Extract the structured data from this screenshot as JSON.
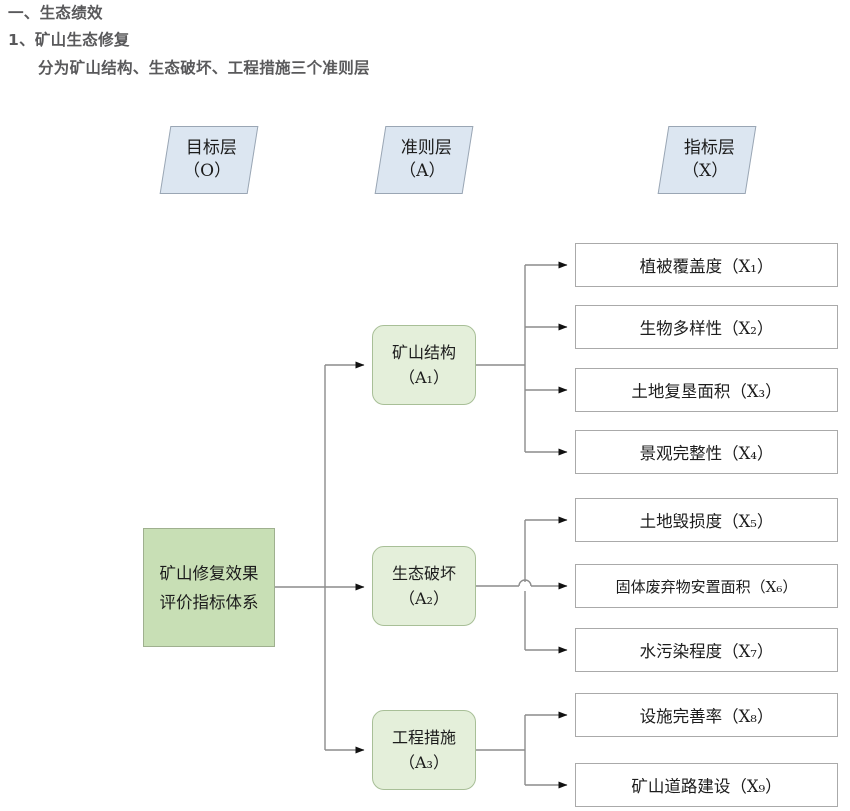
{
  "heading": {
    "line1": "一、生态绩效",
    "line2": "1、矿山生态修复",
    "line3": "分为矿山结构、生态破坏、工程措施三个准则层"
  },
  "layer_headers": [
    {
      "id": "layer-header-0",
      "name": "目标层",
      "code": "（O）"
    },
    {
      "id": "layer-header-a",
      "name": "准则层",
      "code": "（A）"
    },
    {
      "id": "layer-header-x",
      "name": "指标层",
      "code": "（X）"
    }
  ],
  "goal": {
    "label": "矿山修复效果评价指标体系"
  },
  "criteria": [
    {
      "id": "A1",
      "name": "矿山结构",
      "code": "（A₁）"
    },
    {
      "id": "A2",
      "name": "生态破坏",
      "code": "（A₂）"
    },
    {
      "id": "A3",
      "name": "工程措施",
      "code": "（A₃）"
    }
  ],
  "indicators": [
    {
      "id": "X1",
      "name": "植被覆盖度",
      "code": "（X₁）",
      "parent": "A1"
    },
    {
      "id": "X2",
      "name": "生物多样性",
      "code": "（X₂）",
      "parent": "A1"
    },
    {
      "id": "X3",
      "name": "土地复垦面积",
      "code": "（X₃）",
      "parent": "A1"
    },
    {
      "id": "X4",
      "name": "景观完整性",
      "code": "（X₄）",
      "parent": "A1"
    },
    {
      "id": "X5",
      "name": "土地毁损度",
      "code": "（X₅）",
      "parent": "A2"
    },
    {
      "id": "X6",
      "name": "固体废弃物安置面积",
      "code": "（X₆）",
      "parent": "A2"
    },
    {
      "id": "X7",
      "name": "水污染程度",
      "code": "（X₇）",
      "parent": "A2"
    },
    {
      "id": "X8",
      "name": "设施完善率",
      "code": "（X₈）",
      "parent": "A3"
    },
    {
      "id": "X9",
      "name": "矿山道路建设",
      "code": "（X₉）",
      "parent": "A3"
    }
  ],
  "colors": {
    "heading_text": "#59595b",
    "layer_header_fill": "#dce6f1",
    "layer_header_border": "#9aa6b4",
    "goal_fill": "#c8dfb5",
    "goal_border": "#9fb08f",
    "criterion_fill": "#e4efda",
    "criterion_border": "#a8bf97",
    "indicator_fill": "#ffffff",
    "indicator_border": "#aaaaaa",
    "connector": "#8c8c8c",
    "arrow": "#111111"
  }
}
